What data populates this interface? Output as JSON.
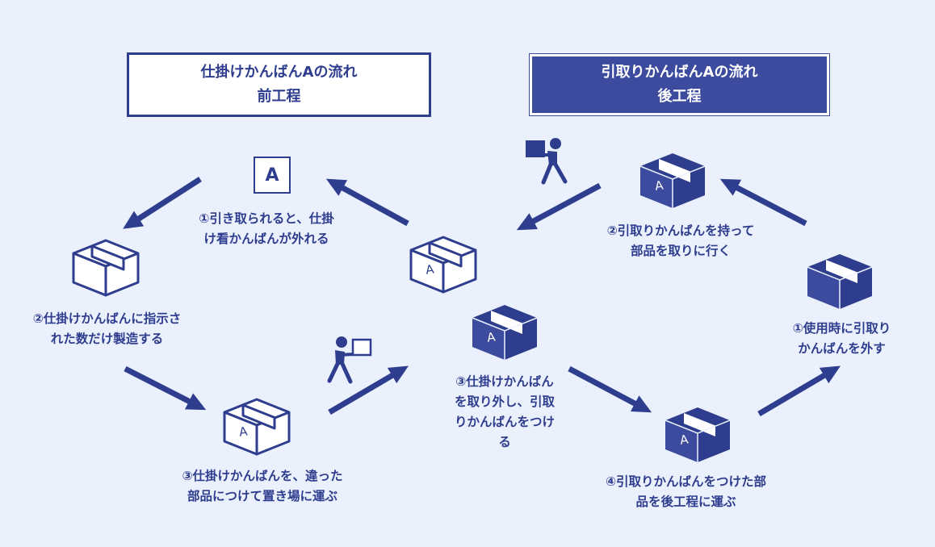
{
  "headers": {
    "left": {
      "line1": "仕掛けかんばんAの流れ",
      "line2": "前工程"
    },
    "right": {
      "line1": "引取りかんばんAの流れ",
      "line2": "後工程"
    }
  },
  "kanban_card_letter": "A",
  "box_letter": "A",
  "steps_left": {
    "step1": {
      "line1": "①引き取られると、仕掛",
      "line2": "け看かんばんが外れる"
    },
    "step2": {
      "line1": "②仕掛けかんばんに指示さ",
      "line2": "れた数だけ製造する"
    },
    "step3": {
      "line1": "③仕掛けかんばんを、違った",
      "line2": "部品につけて置き場に運ぶ"
    }
  },
  "steps_right": {
    "step1": {
      "line1": "①使用時に引取り",
      "line2": "かんばんを外す"
    },
    "step2": {
      "line1": "②引取りかんばんを持って",
      "line2": "部品を取りに行く"
    },
    "step3": {
      "line1": "③仕掛けかんばん",
      "line2": "を取り外し、引取",
      "line3": "りかんばんをつけ",
      "line4": "る"
    },
    "step4": {
      "line1": "④引取りかんばんをつけた部",
      "line2": "品を後工程に運ぶ"
    }
  },
  "colors": {
    "primary": "#2f3d8e",
    "box_fill": "#3d4b9f",
    "background": "#eaf1fc",
    "white": "#ffffff"
  },
  "icons": [
    "box-outline-icon",
    "box-filled-icon",
    "kanban-card-icon",
    "person-carrying-box-icon",
    "arrow-icon"
  ]
}
